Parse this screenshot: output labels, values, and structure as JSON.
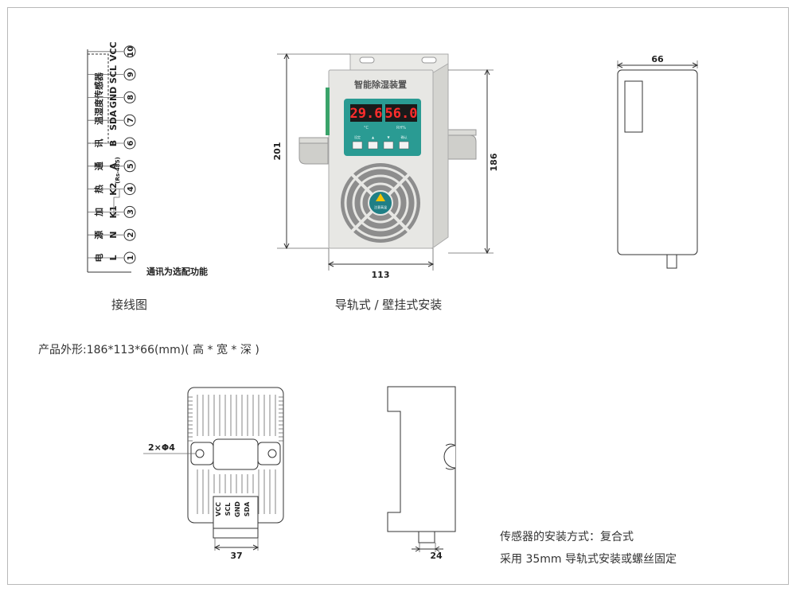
{
  "wiring": {
    "caption": "接线图",
    "note": "通讯为选配功能",
    "sensor_label": "温湿度传感器",
    "terminals": [
      {
        "num": "1",
        "signal": "L",
        "group": "电"
      },
      {
        "num": "2",
        "signal": "N",
        "group": "源"
      },
      {
        "num": "3",
        "signal": "K1",
        "group": "加"
      },
      {
        "num": "4",
        "signal": "K2",
        "group": "热"
      },
      {
        "num": "5",
        "signal": "A",
        "group": "通"
      },
      {
        "num": "6",
        "signal": "B",
        "group": "讯"
      },
      {
        "num": "7",
        "signal": "SDA",
        "group": ""
      },
      {
        "num": "8",
        "signal": "GND",
        "group": ""
      },
      {
        "num": "9",
        "signal": "SCL",
        "group": ""
      },
      {
        "num": "10",
        "signal": "VCC",
        "group": ""
      }
    ],
    "rs485_label": "(Rs-485)"
  },
  "device": {
    "caption": "导轨式 / 壁挂式安装",
    "name": "智能除湿装置",
    "temp_display": "29.6",
    "hum_display": "56.0",
    "unit_temp": "°C",
    "unit_hum": "RH%",
    "button_labels": [
      "设定",
      "▲",
      "▼",
      "确认"
    ],
    "badge": "注意高温",
    "dim_height": "201",
    "dim_height_inner": "186",
    "dim_width": "113"
  },
  "side_view": {
    "dim_depth": "66"
  },
  "spec_line": "产品外形:186*113*66(mm)( 高 * 宽 * 深 )",
  "sensor": {
    "hole_label": "2×Φ4",
    "pins": [
      "VCC",
      "SCL",
      "GND",
      "SDA"
    ],
    "dim_width": "37"
  },
  "rail_clip": {
    "dim_width": "24"
  },
  "install_notes": [
    "传感器的安装方式：复合式",
    "采用 35mm 导轨式安装或螺丝固定"
  ],
  "colors": {
    "panel": "#2a9b93",
    "display_bg": "#1a1a1a",
    "digits": "#ff2d2d",
    "device_body": "#e7e7e4",
    "fan_grey": "#8d8d8d",
    "border": "#b9b9b9"
  }
}
